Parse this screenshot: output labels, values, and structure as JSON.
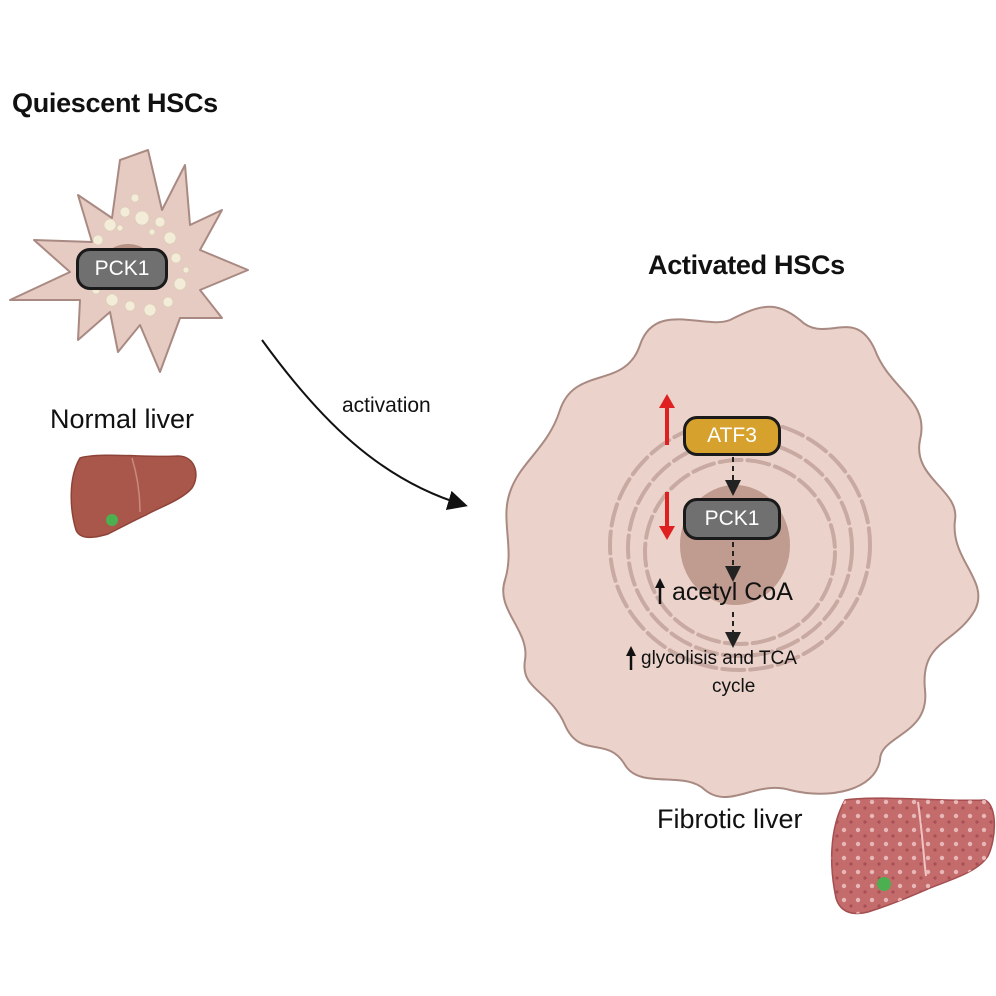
{
  "quiescent": {
    "title": "Quiescent HSCs",
    "protein": "PCK1",
    "liver_label": "Normal liver"
  },
  "transition": {
    "label": "activation"
  },
  "activated": {
    "title": "Activated HSCs",
    "regulator": "ATF3",
    "protein": "PCK1",
    "metabolite": "acetyl CoA",
    "outcome_line1": "glycolisis and TCA",
    "outcome_line2": "cycle",
    "liver_label": "Fibrotic liver",
    "regulator_direction": "up",
    "protein_direction": "down",
    "metabolite_direction": "up",
    "outcome_direction": "up"
  },
  "colors": {
    "cell_fill": "#ebd3cb",
    "cell_stroke": "#a98a82",
    "quiescent_cell_fill": "#e6cbc3",
    "nucleus": "#b89186",
    "lipid_droplet": "#f3ecd8",
    "pck1_fill": "#707070",
    "atf3_fill": "#d6a22d",
    "up_arrow": "#e02020",
    "down_arrow": "#e02020",
    "liver": "#a9574a",
    "fibrotic_liver": "#c46b6b",
    "gallbladder": "#4caf50"
  }
}
